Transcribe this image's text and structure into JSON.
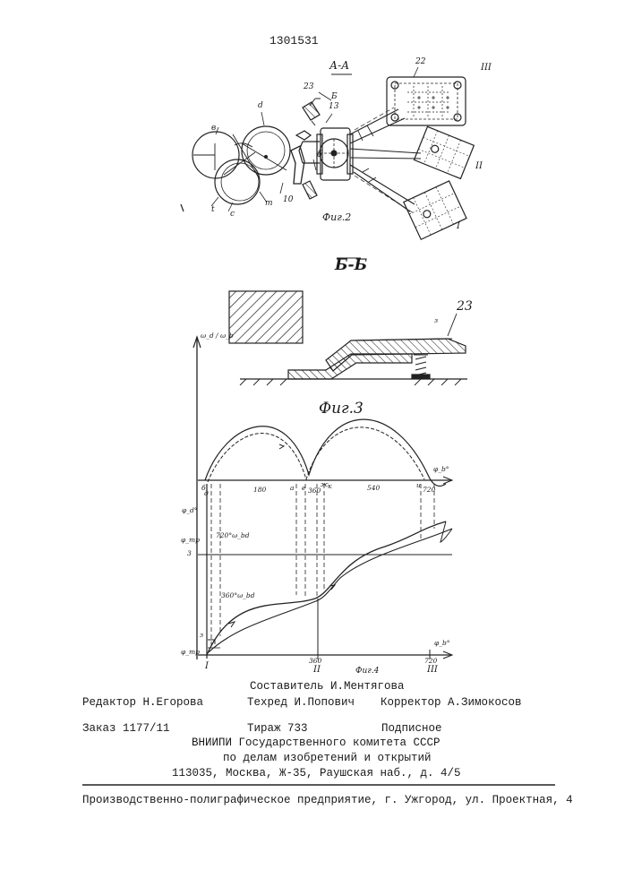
{
  "patent_number": "1301531",
  "fig2": {
    "section_title": "А-А",
    "caption": "Фиг.2",
    "labels": {
      "n23": "23",
      "b": "Б",
      "n13": "13",
      "n22": "22",
      "r3": "III",
      "r2": "II",
      "r1": "I",
      "v": "в",
      "d": "d",
      "t": "t",
      "c": "с",
      "m": "m",
      "n10": "10",
      "b_small": "б"
    }
  },
  "fig3": {
    "section_title": "Б-Б",
    "caption": "Фиг.3",
    "ref": "23",
    "mark": "з"
  },
  "fig4": {
    "caption": "Фиг.4",
    "y_axis_top": "ω_d / ω_b",
    "x_axis_top": "φ_b°",
    "x_axis_bottom": "φ_b°",
    "top_ticks": [
      "180",
      "360",
      "540",
      "720"
    ],
    "top_points": [
      "б",
      "а",
      "е",
      "ж",
      "к",
      "и"
    ],
    "left_labels": {
      "phi_d": "φ_d°",
      "phi_ttr_upper": "φ_тр",
      "n3": "3",
      "phi_ttr_lower": "φ_тр",
      "z": "з",
      "g": "д"
    },
    "curve_labels": [
      "720°ω_bd",
      "360°ω_bd"
    ],
    "bottom_ticks": [
      "360",
      "720"
    ],
    "bottom_roman": [
      "I",
      "II",
      "III"
    ]
  },
  "imprint": {
    "compiler": "Составитель И.Ментягова",
    "editor": "Редактор Н.Егорова",
    "techred": "Техред И.Попович",
    "corrector": "Корректор А.Зимокосов",
    "order": "Заказ 1177/11",
    "circulation": "Тираж 733",
    "subscription": "Подписное",
    "org1": "ВНИИПИ Государственного комитета СССР",
    "org2": "по делам изобретений и открытий",
    "address": "113035, Москва, Ж-35, Раушская наб., д. 4/5",
    "printer": "Производственно-полиграфическое предприятие, г. Ужгород, ул. Проектная, 4"
  }
}
